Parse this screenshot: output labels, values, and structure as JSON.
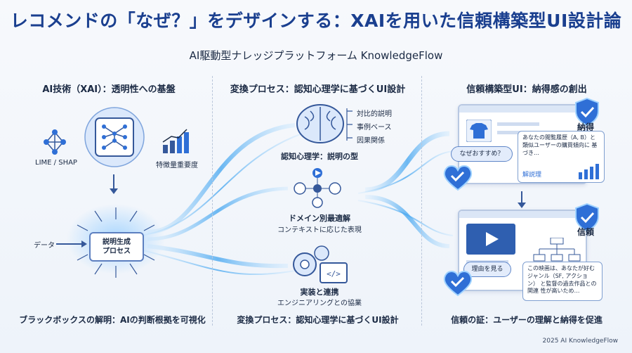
{
  "header": {
    "title": "レコメンドの「なぜ？」をデザインする：XAIを用いた信頼構築型UI設計論",
    "subtitle": "AI駆動型ナレッジプラットフォーム KnowledgeFlow"
  },
  "left": {
    "title": "AI技術（XAI）：透明性への基盤",
    "lime": "LIME / SHAP",
    "feature": "特徴量重要度",
    "data": "データ",
    "box": "説明生成\nプロセス",
    "caption": "ブラックボックスの解明：AIの判断根拠を可視化"
  },
  "middle": {
    "title": "変換プロセス：認知心理学に基づくUI設計",
    "brain_items": [
      "対比的説明",
      "事例ベース",
      "因果関係"
    ],
    "brain_label": "認知心理学：説明の型",
    "domain_label": "ドメイン別最適解",
    "domain_sub": "コンテキストに応じた表現",
    "impl_label": "実装と連携",
    "impl_sub": "エンジニアリングとの協業",
    "caption": "変換プロセス：認知心理学に基づくUI設計"
  },
  "right": {
    "title": "信頼構築型UI：納得感の創出",
    "badge1": "納得",
    "why_btn": "なぜおすすめ？",
    "bubble1": "あなたの閲覧履歴（A, B）と 類似ユーザーの購買傾向に 基づき…",
    "bubble1_tag": "解説理",
    "badge2": "信頼",
    "reason_btn": "理由を見る",
    "bubble2": "この映画は、あなたが好む ジャンル（SF, アクション） と監督の過去作品との関連 性が高いため…",
    "caption": "信頼の証：ユーザーの理解と納得を促進"
  },
  "footer": {
    "copyright": "2025 AI KnowledgeFlow"
  },
  "colors": {
    "primary": "#1a3f8f",
    "accent": "#2f6fd6",
    "glow": "#7fc4ff"
  }
}
